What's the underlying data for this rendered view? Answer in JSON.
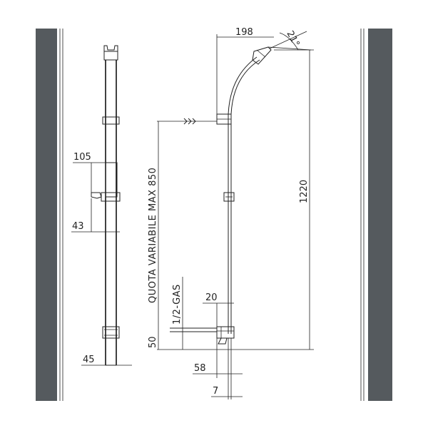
{
  "dimensions": {
    "d198": "198",
    "angle": "21°",
    "d1220": "1220",
    "d105": "105",
    "d43": "43",
    "quota": "QUOTA VARIABILE MAX 850",
    "gas": "1/2-GAS",
    "d20": "20",
    "d50": "50",
    "d45": "45",
    "d58": "58",
    "d7": "7"
  },
  "colors": {
    "border_dark": "#555a5e",
    "line": "#222222",
    "background": "#ffffff"
  }
}
